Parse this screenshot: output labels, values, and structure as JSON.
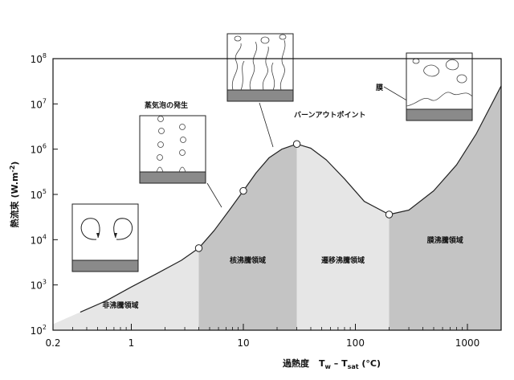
{
  "chart_data": {
    "type": "area",
    "xscale": "log",
    "yscale": "log",
    "xlim": [
      0.2,
      2000
    ],
    "ylim": [
      100,
      100000000
    ],
    "xlabel_main": "過熱度",
    "xlabel_formula": {
      "T": "T",
      "w": "w",
      "dash": " – ",
      "T2": "T",
      "sat": "sat",
      "unit": " (°C)"
    },
    "ylabel": "熱流束 (W.m",
    "ylabel_exp": "-2",
    "ylabel_close": ")",
    "xticks": [
      {
        "value": 0.2,
        "label": "0.2"
      },
      {
        "value": 1,
        "label": "1"
      },
      {
        "value": 10,
        "label": "10"
      },
      {
        "value": 100,
        "label": "100"
      },
      {
        "value": 1000,
        "label": "1000"
      }
    ],
    "yticks": [
      {
        "value": 100,
        "base": "10",
        "exp": "2"
      },
      {
        "value": 1000,
        "base": "10",
        "exp": "3"
      },
      {
        "value": 10000,
        "base": "10",
        "exp": "4"
      },
      {
        "value": 100000,
        "base": "10",
        "exp": "5"
      },
      {
        "value": 1000000,
        "base": "10",
        "exp": "6"
      },
      {
        "value": 10000000,
        "base": "10",
        "exp": "7"
      },
      {
        "value": 100000000,
        "base": "10",
        "exp": "8"
      }
    ],
    "curve": {
      "x": [
        0.35,
        0.6,
        1,
        1.7,
        2.8,
        4.0,
        5.5,
        7.5,
        10,
        13,
        17,
        22,
        30,
        40,
        55,
        80,
        120,
        200,
        300,
        500,
        800,
        1200,
        2000
      ],
      "y": [
        250,
        450,
        900,
        1800,
        3500,
        6500,
        16000,
        45000,
        120000,
        300000,
        650000,
        1000000,
        1300000,
        1050000,
        580000,
        220000,
        70000,
        36000,
        45000,
        120000,
        450000,
        2200000,
        25000000
      ]
    },
    "key_points": [
      {
        "x": 4.0,
        "y": 6500
      },
      {
        "x": 10,
        "y": 120000
      },
      {
        "x": 30,
        "y": 1300000
      },
      {
        "x": 200,
        "y": 36000
      }
    ],
    "regions": [
      {
        "from": 0.2,
        "to": 4.0,
        "label": "非沸騰領域",
        "shade": "#e6e6e6"
      },
      {
        "from": 4.0,
        "to": 30,
        "label": "核沸騰領域",
        "shade": "#c4c4c4"
      },
      {
        "from": 30,
        "to": 200,
        "label": "遷移沸騰領域",
        "shade": "#e6e6e6"
      },
      {
        "from": 200,
        "to": 2000,
        "label": "膜沸騰領域",
        "shade": "#c4c4c4"
      }
    ],
    "annotations": [
      {
        "text": "蒸気泡の発生"
      },
      {
        "text": "バーンアウトポイント"
      },
      {
        "text": "膜"
      }
    ],
    "grid": false,
    "colors": {
      "curve": "#222222",
      "plate": "#8a8a8a",
      "frame": "#111111"
    }
  }
}
